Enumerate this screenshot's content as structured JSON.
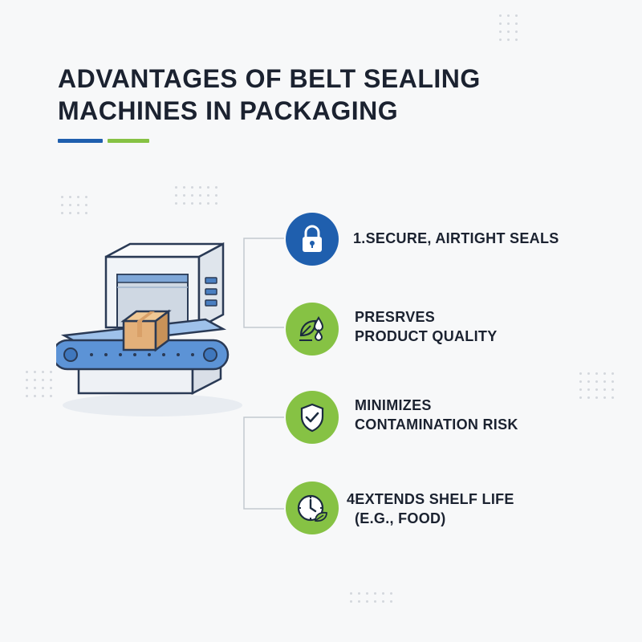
{
  "title": {
    "line1": "ADVANTAGES OF BELT SEALING",
    "line2": "MACHINES IN PACKAGING"
  },
  "colors": {
    "accent_blue": "#1f5fae",
    "accent_green": "#86c244",
    "text": "#1b2230"
  },
  "advantages": [
    {
      "icon": "lock-icon",
      "color": "blue",
      "line1": "1.SECURE, AIRTIGHT SEALS",
      "line2": ""
    },
    {
      "icon": "leaf-drops-icon",
      "color": "green",
      "line1": "PRESRVES",
      "line2": "PRODUCT QUALITY"
    },
    {
      "icon": "shield-check-icon",
      "color": "green",
      "line1": "MINIMIZES",
      "line2": "CONTAMINATION RISK"
    },
    {
      "icon": "clock-leaf-icon",
      "color": "green",
      "line1": "4EXTENDS SHELF LIFE",
      "line2": "(E.G., FOOD)"
    }
  ]
}
